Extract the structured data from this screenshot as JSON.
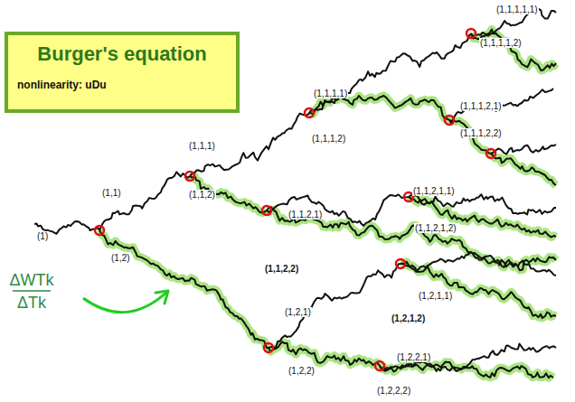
{
  "diagram": {
    "nodes": [
      {
        "text": [
          "Burger's equation",
          "nonlinearity: uDu"
        ]
      }
    ],
    "labels": [
      "ΔWTk",
      "ΔTk",
      "(1)",
      "(1,1)",
      "(1,2)",
      "(1,1,1)",
      "(1,1,2)",
      "(1,1,1,1)",
      "(1,1,1,2)",
      "(1,1,2,1)",
      "(1,1,2,2)",
      "(1,1,1,1,1)",
      "(1,1,1,1,2)",
      "(1,1,1,2,1)",
      "(1,1,1,2,2)",
      "(1,1,2,1,1)",
      "(1,1,2,1,2)",
      "(1,2,1)",
      "(1,2,2)",
      "(1,2,1,1)",
      "(1,2,1,2)",
      "(1,2,2,1)",
      "(1,2,2,2)"
    ]
  }
}
